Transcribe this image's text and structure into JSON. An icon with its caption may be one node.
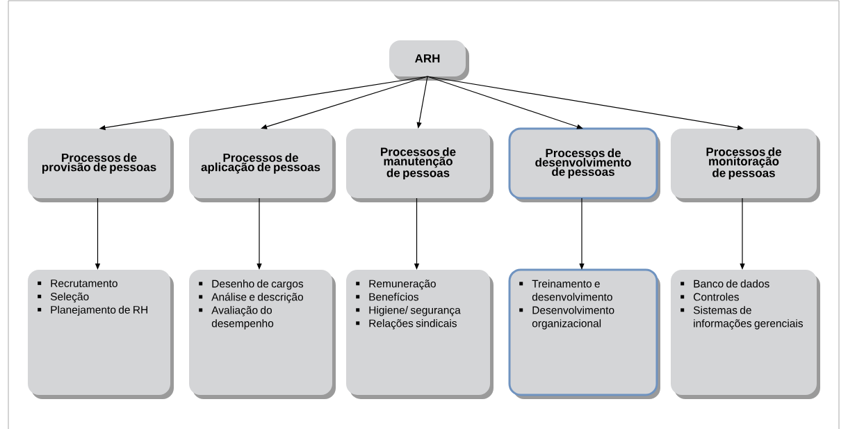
{
  "diagram": {
    "nodes": [
      {
        "text": [
          "ARH"
        ]
      },
      {
        "text": [
          "Processos de provisão de pessoas"
        ]
      },
      {
        "text": [
          "Processos de aplicação de pessoas"
        ]
      },
      {
        "text": [
          "Processos de manutenção de pessoas"
        ]
      },
      {
        "text": [
          "Processos de desenvolvimento de pessoas"
        ]
      },
      {
        "text": [
          "Processos de monitoração de pessoas"
        ]
      },
      {
        "text": [
          "Recrutamento",
          "Seleção",
          "Planejamento de RH"
        ]
      },
      {
        "text": [
          "Desenho de cargos",
          "Análise e descrição",
          "Avaliação do desempenho"
        ]
      },
      {
        "text": [
          "Remuneração",
          "Benefícios",
          "Higiene/ segurança",
          "Relações sindicais"
        ]
      },
      {
        "text": [
          "Treinamento e desenvolvimento",
          "Desenvolvimento organizacional"
        ]
      },
      {
        "text": [
          "Banco de dados",
          "Controles",
          "Sistemas de informações gerenciais"
        ]
      }
    ],
    "edges": [
      {
        "from": 0,
        "to": 1,
        "arrow": "to"
      },
      {
        "from": 0,
        "to": 2,
        "arrow": "to"
      },
      {
        "from": 0,
        "to": 3,
        "arrow": "to"
      },
      {
        "from": 0,
        "to": 4,
        "arrow": "to"
      },
      {
        "from": 0,
        "to": 5,
        "arrow": "to"
      },
      {
        "from": 1,
        "to": 6,
        "arrow": "to"
      },
      {
        "from": 2,
        "to": 7,
        "arrow": "to"
      },
      {
        "from": 3,
        "to": 8,
        "arrow": "to"
      },
      {
        "from": 4,
        "to": 9,
        "arrow": "to"
      },
      {
        "from": 5,
        "to": 10,
        "arrow": "to"
      }
    ]
  }
}
